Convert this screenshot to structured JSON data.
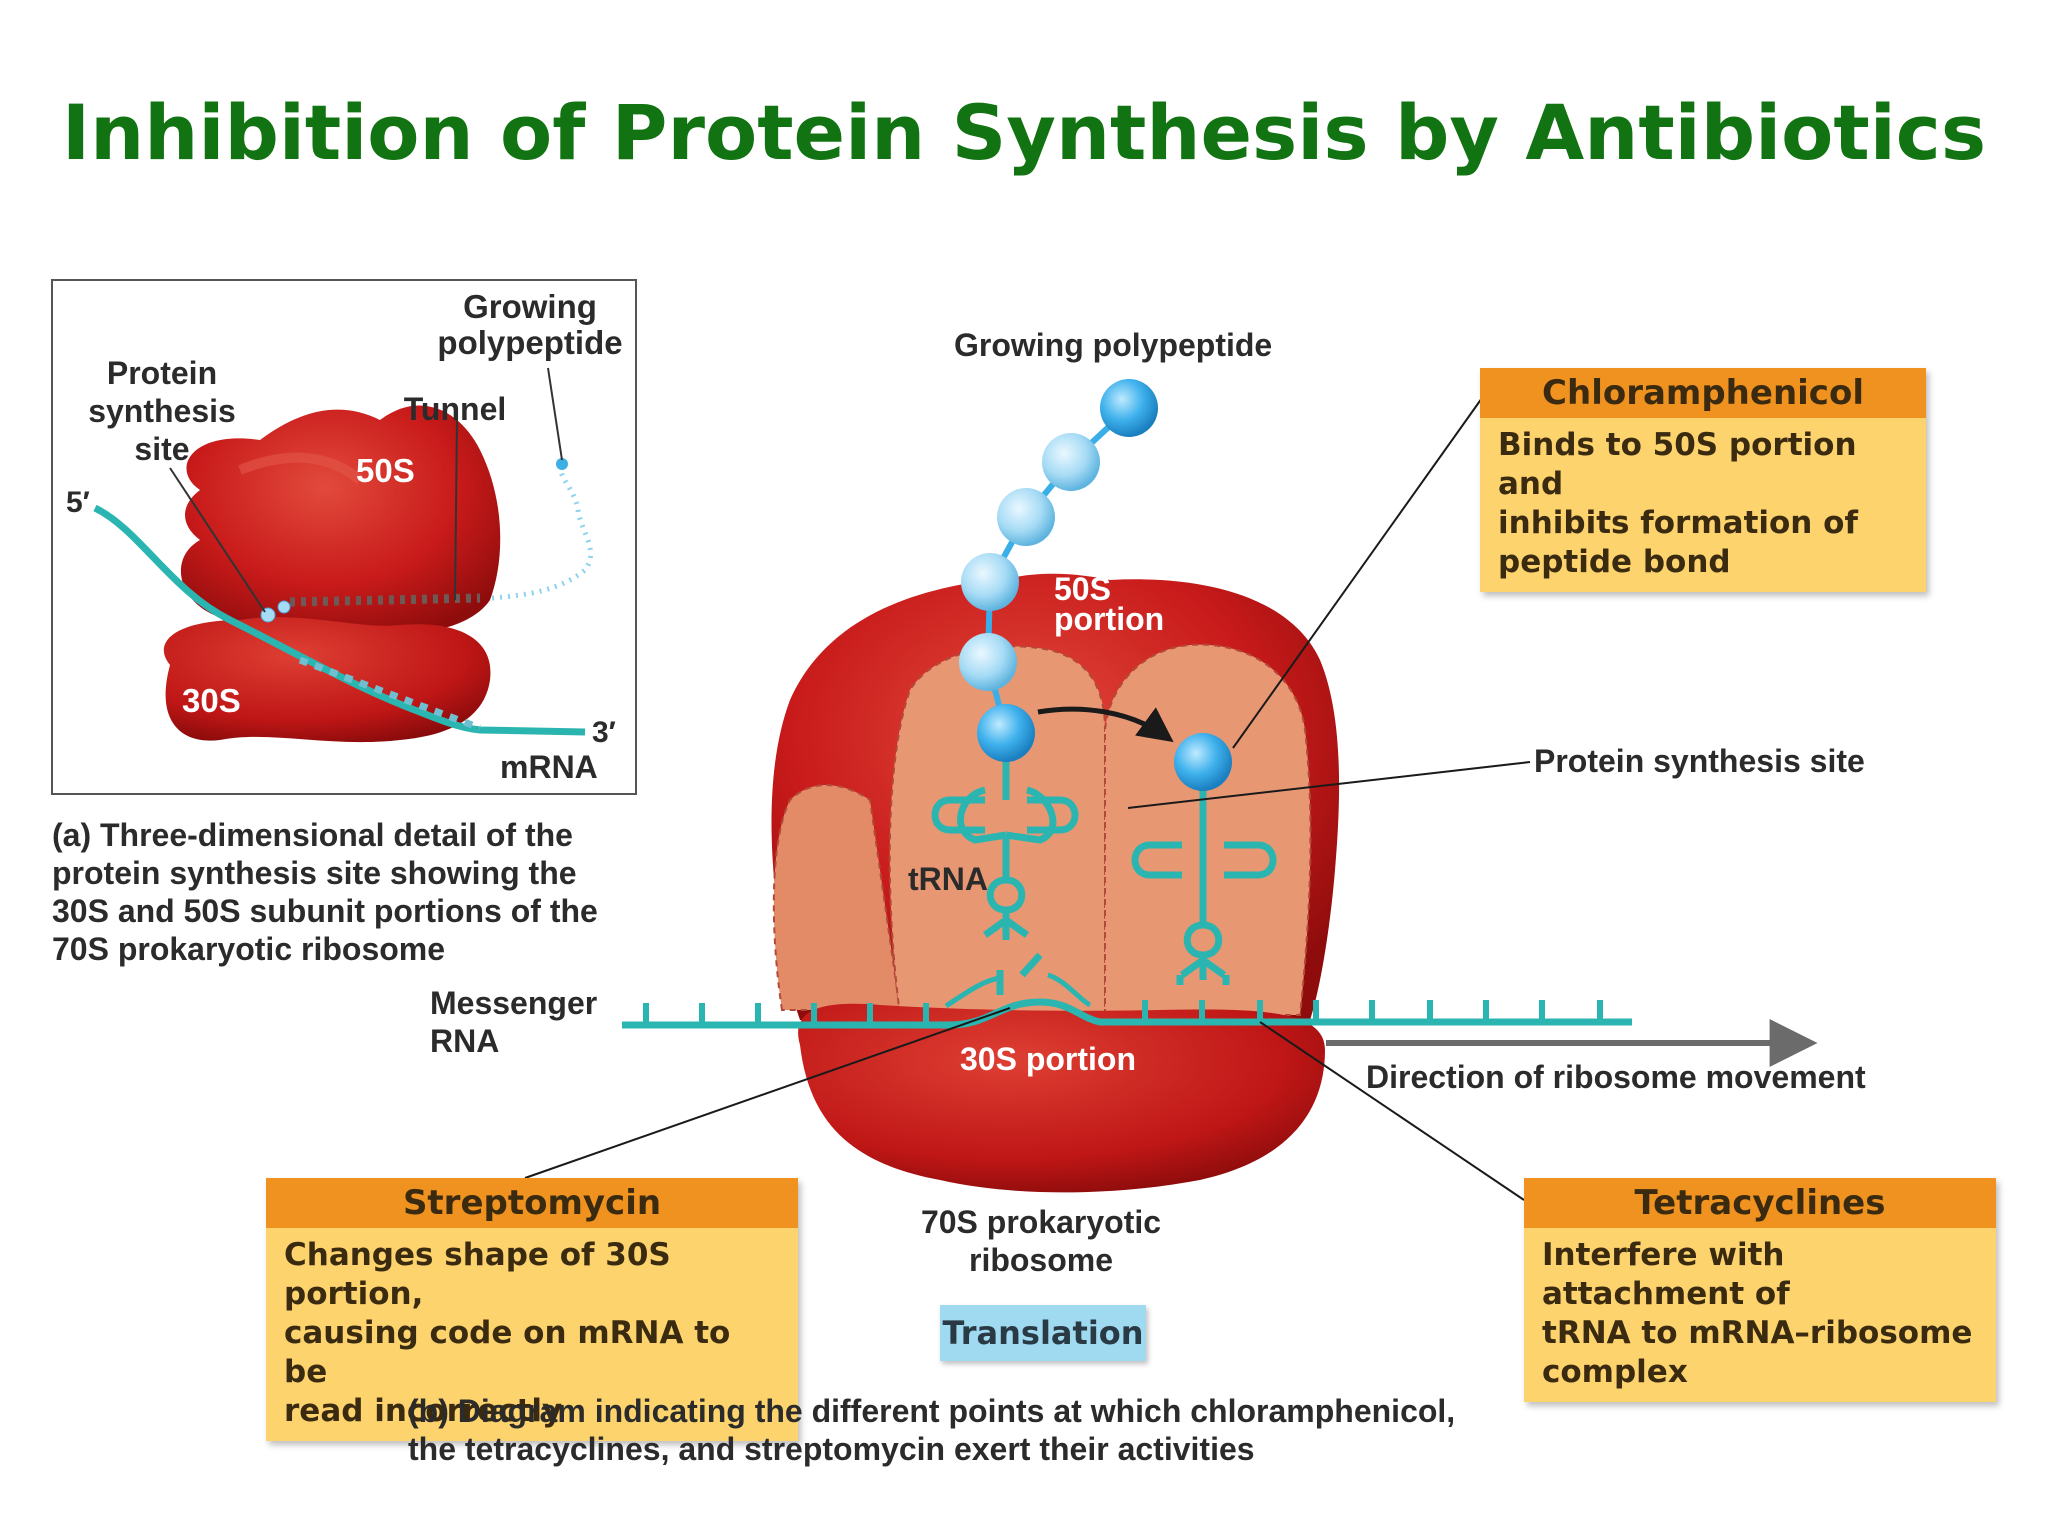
{
  "title": "Inhibition of Protein Synthesis by Antibiotics",
  "panel_a": {
    "labels": {
      "growing_polypeptide_line1": "Growing",
      "growing_polypeptide_line2": "polypeptide",
      "protein_line1": "Protein",
      "protein_line2": "synthesis",
      "protein_line3": "site",
      "tunnel": "Tunnel",
      "five_prime": "5′",
      "subunit_50s": "50S",
      "subunit_30s": "30S",
      "three_prime": "3′",
      "mrna": "mRNA"
    },
    "caption_prefix": "(a)",
    "caption_line1": "Three-dimensional detail of the",
    "caption_line2": "protein synthesis site showing the",
    "caption_line3": "30S and 50S subunit portions of the",
    "caption_line4": "70S prokaryotic ribosome"
  },
  "panel_b": {
    "labels": {
      "growing_polypeptide": "Growing polypeptide",
      "portion_50s_line1": "50S",
      "portion_50s_line2": "portion",
      "protein_synthesis_site": "Protein synthesis site",
      "trna": "tRNA",
      "messenger_line1": "Messenger",
      "messenger_line2": "RNA",
      "portion_30s": "30S portion",
      "direction": "Direction of ribosome movement",
      "ribosome_line1": "70S prokaryotic",
      "ribosome_line2": "ribosome"
    },
    "translation_badge": "Translation",
    "caption_prefix": "(b)",
    "caption_line1": "Diagram indicating the different points at which chloramphenicol,",
    "caption_line2": "the tetracyclines, and streptomycin exert their activities"
  },
  "antibiotics": {
    "chloramphenicol": {
      "name": "Chloramphenicol",
      "line1": "Binds to 50S portion and",
      "line2": "inhibits formation of",
      "line3": "peptide bond"
    },
    "streptomycin": {
      "name": "Streptomycin",
      "line1": "Changes shape of 30S portion,",
      "line2": "causing code on mRNA to be",
      "line3": "read incorrectly"
    },
    "tetracyclines": {
      "name": "Tetracyclines",
      "line1": "Interfere with attachment of",
      "line2": "tRNA to mRNA–ribosome",
      "line3": "complex"
    }
  },
  "colors": {
    "title": "#127312",
    "ribosome_red": "#c81a1a",
    "ribosome_inner": "#e8916a",
    "mrna_teal": "#2bb5b0",
    "amino_acid_blue": "#35a9e6",
    "box_header": "#f0921f",
    "box_body": "#fdd36e",
    "translation_badge": "#9fdaf0"
  }
}
